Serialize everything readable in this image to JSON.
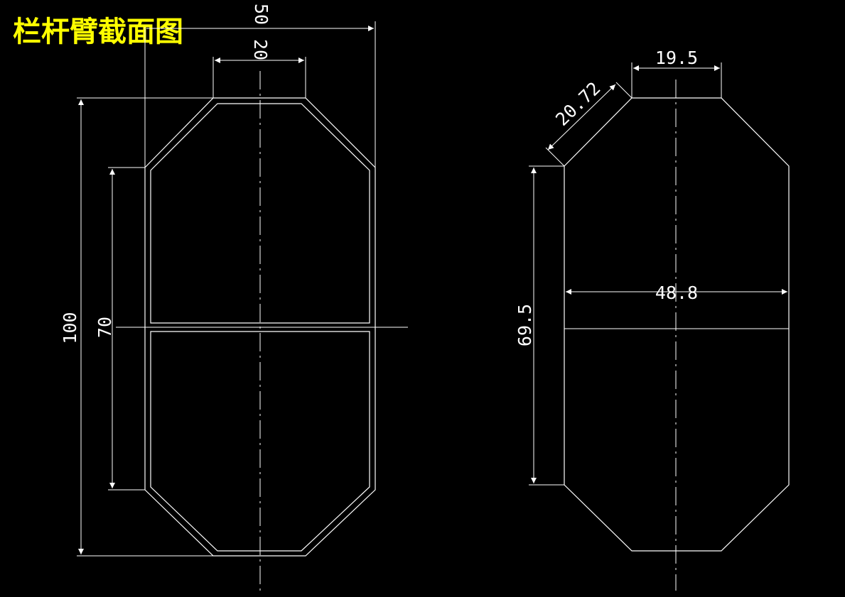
{
  "title": "栏杆臂截面图",
  "colors": {
    "background": "#000000",
    "title": "#ffff00",
    "line": "#ffffff"
  },
  "left_section": {
    "dims": {
      "overall_width": "50",
      "top_flat_width": "20",
      "overall_height": "100",
      "side_height": "70"
    }
  },
  "right_section": {
    "dims": {
      "top_flat_width": "19.5",
      "chamfer_length": "20.72",
      "width": "48.8",
      "side_height": "69.5"
    }
  }
}
